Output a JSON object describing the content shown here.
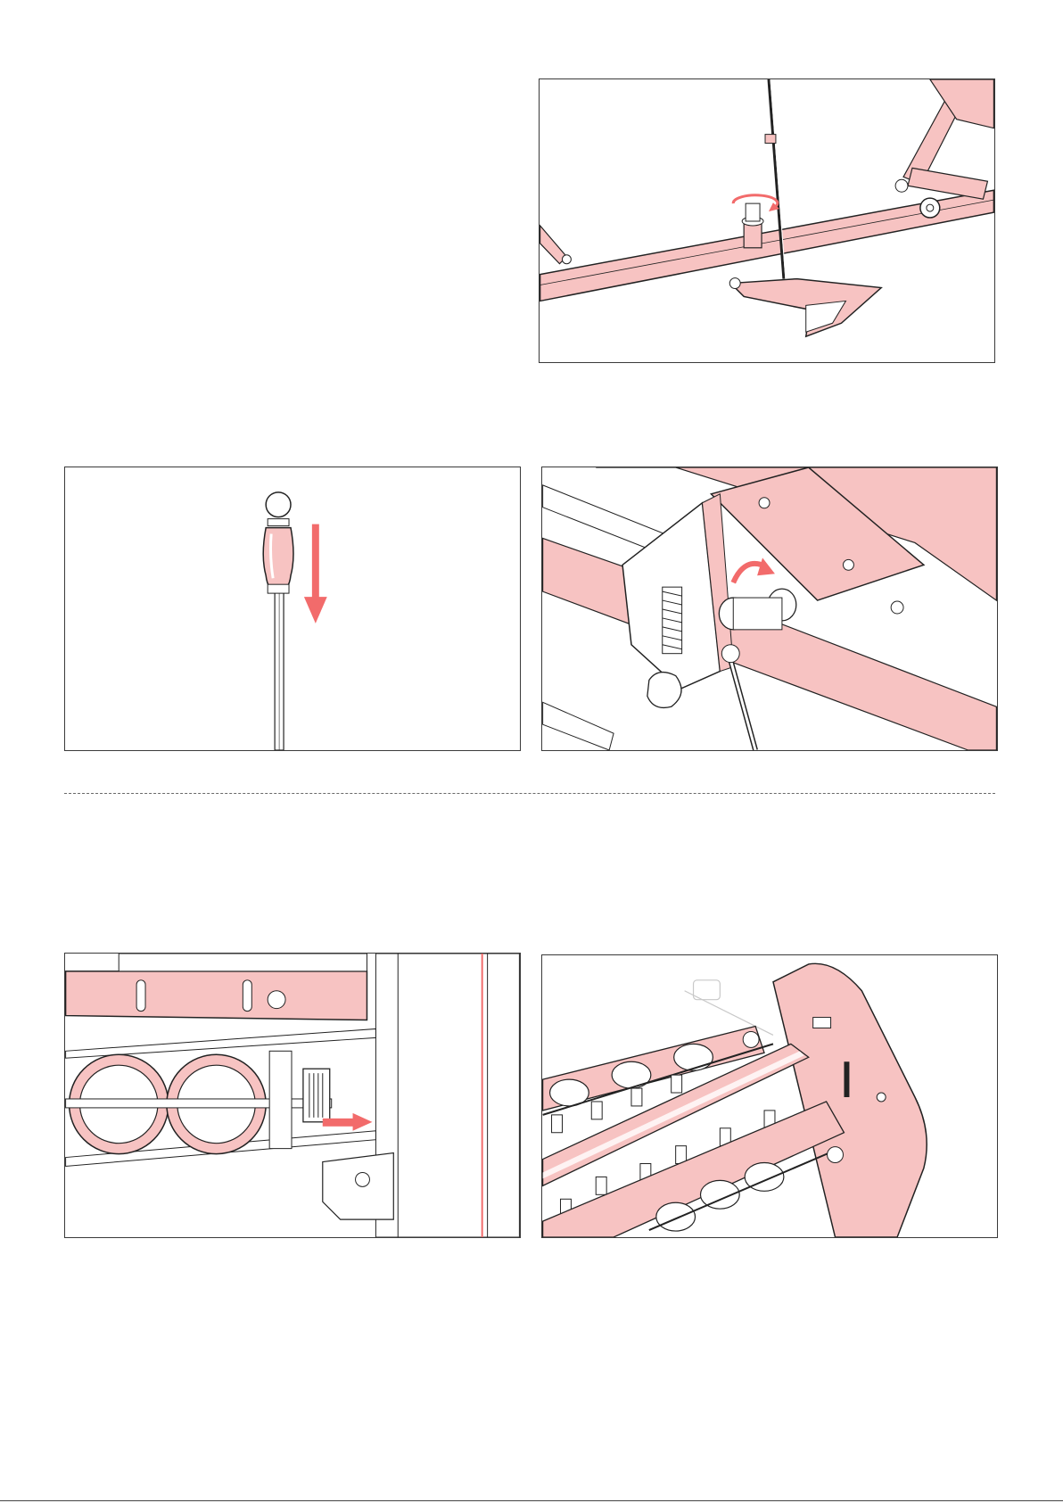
{
  "document": {
    "type": "assembly-instruction-page",
    "accent_color": "#f4a9a8",
    "arrow_color": "#f26b6b",
    "line_color": "#222222"
  },
  "illustrations": [
    {
      "id": "p1",
      "depicts": "base-frame-knob-rotation",
      "icon": "rotate-icon"
    },
    {
      "id": "p2",
      "depicts": "handle-rod-push-down",
      "icon": "down-arrow-icon"
    },
    {
      "id": "p3",
      "depicts": "bracket-lever-rotation",
      "icon": "curved-arrow-icon"
    },
    {
      "id": "p4",
      "depicts": "pulley-shift",
      "icon": "right-arrow-icon"
    },
    {
      "id": "p5",
      "depicts": "rack-assembly-overview",
      "icon": "none"
    }
  ]
}
